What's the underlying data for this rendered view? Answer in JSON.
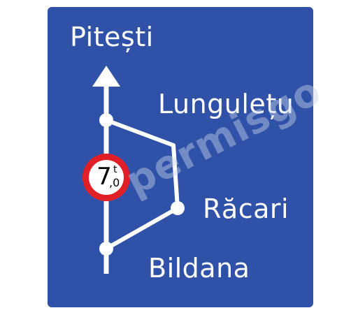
{
  "sign": {
    "destinations": {
      "top": "Pitești",
      "upper_right": "Lungulețu",
      "lower_right": "Răcari",
      "bottom": "Bildana"
    },
    "weight_limit": {
      "value": "7",
      "decimal": ",0",
      "unit": "t"
    },
    "colors": {
      "background": "#2f51a8",
      "border": "#ffffff",
      "roundel_ring": "#e01f26",
      "roundel_fill": "#ffffff"
    }
  },
  "watermark": "permisgo"
}
